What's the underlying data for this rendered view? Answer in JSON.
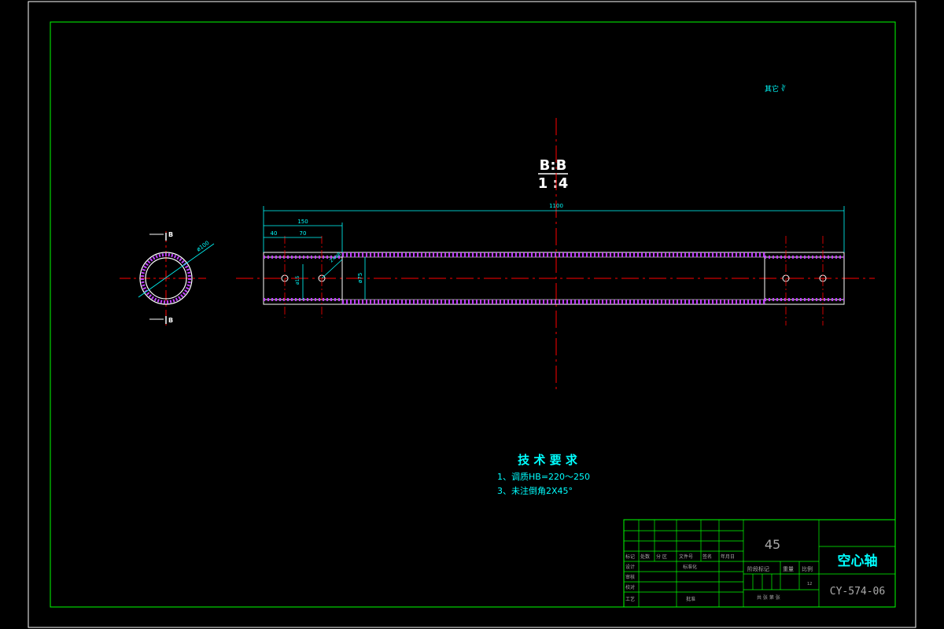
{
  "drawing": {
    "section_label": "B:B",
    "scale_label": "1 :4",
    "roughness_note": "其它 ∛",
    "section_marker_top": "B",
    "section_marker_bottom": "B"
  },
  "dimensions": {
    "overall_length": "1100",
    "offset_150": "150",
    "offset_40": "40",
    "offset_70": "70",
    "inner_diameter": "ø75",
    "hole_diameter": "ø15",
    "hole_callout": "2×ø8",
    "outer_diameter_label": "ø100"
  },
  "tech_requirements": {
    "title": "技 术 要 求",
    "items": [
      "1、调质HB=220～250",
      "3、未注倒角2X45°"
    ]
  },
  "title_block": {
    "material": "45",
    "part_name": "空心轴",
    "drawing_number": "CY-574-06",
    "labels": {
      "mark": "标记",
      "count": "处数",
      "zone": "分 区",
      "doc_no": "文件号",
      "sign": "签名",
      "date": "年月日",
      "design": "设计",
      "standardize": "标准化",
      "review": "审核",
      "check": "校对",
      "process": "工艺",
      "approve": "批准",
      "stage": "阶段标记",
      "weight": "重量",
      "ratio": "比例",
      "sheets": "共  张 第  张",
      "scale_value": "12"
    }
  },
  "colors": {
    "frame": "#00ff00",
    "outline": "#ffffff",
    "center": "#ff0000",
    "dimension": "#00ffff",
    "hatch": "#c040ff",
    "title_text": "#00ffff",
    "gray_text": "#aaaaaa"
  }
}
